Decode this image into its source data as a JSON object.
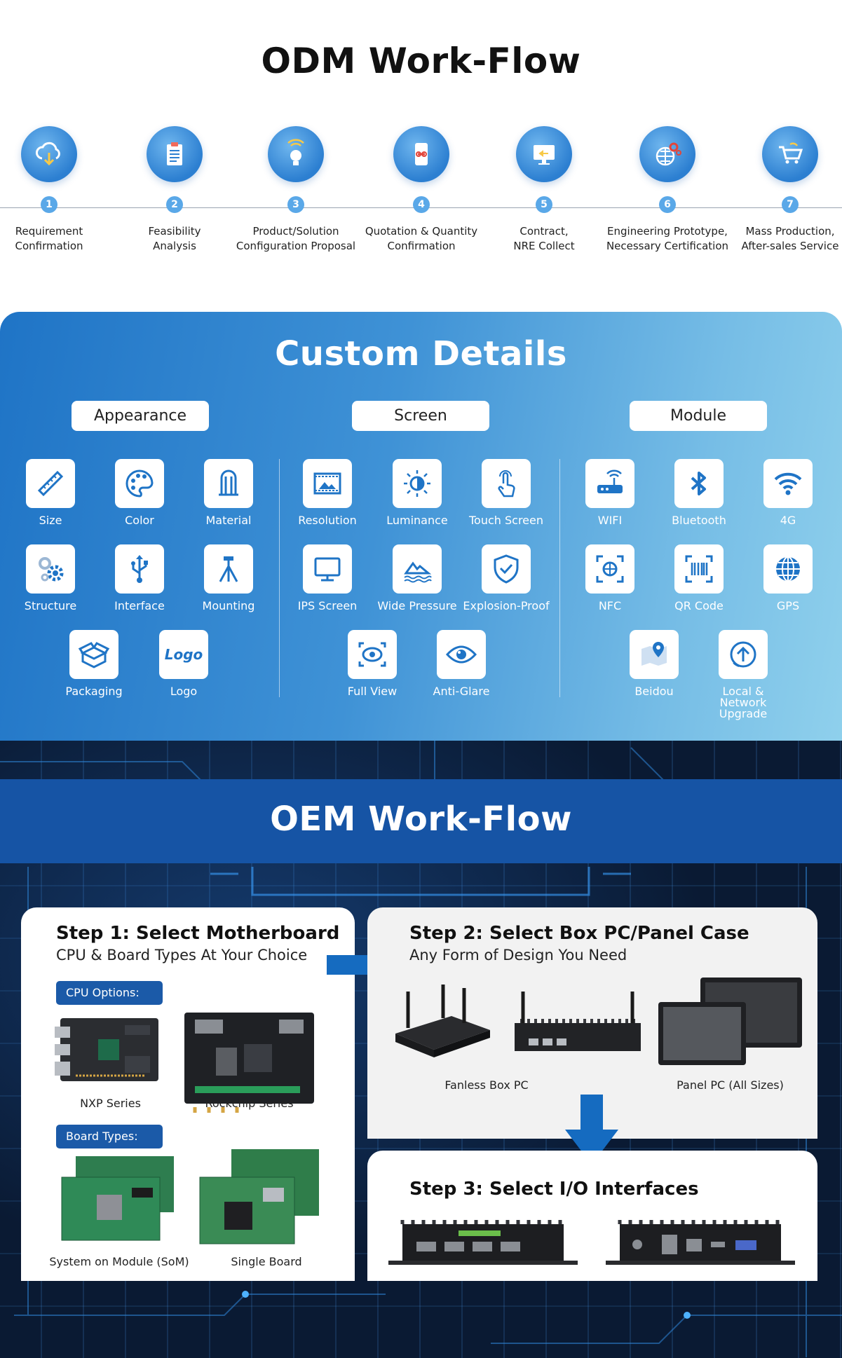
{
  "odm": {
    "title": "ODM Work-Flow",
    "steps": [
      {
        "num": "1",
        "line1": "Requirement",
        "line2": "Confirmation",
        "icon": "cloud-download-icon"
      },
      {
        "num": "2",
        "line1": "Feasibility",
        "line2": "Analysis",
        "icon": "clipboard-icon"
      },
      {
        "num": "3",
        "line1": "Product/Solution",
        "line2": "Configuration Proposal",
        "icon": "lightbulb-icon"
      },
      {
        "num": "4",
        "line1": "Quotation & Quantity",
        "line2": "Confirmation",
        "icon": "phone-link-icon"
      },
      {
        "num": "5",
        "line1": "Contract,",
        "line2": "NRE Collect",
        "icon": "monitor-icon"
      },
      {
        "num": "6",
        "line1": "Engineering Prototype,",
        "line2": "Necessary Certification",
        "icon": "globe-gear-icon"
      },
      {
        "num": "7",
        "line1": "Mass Production,",
        "line2": "After-sales Service",
        "icon": "shopping-cart-icon"
      }
    ]
  },
  "custom": {
    "title": "Custom Details",
    "categories": [
      "Appearance",
      "Screen",
      "Module"
    ],
    "appearance": [
      {
        "label": "Size",
        "icon": "ruler-pencil-icon"
      },
      {
        "label": "Color",
        "icon": "palette-icon"
      },
      {
        "label": "Material",
        "icon": "material-icon"
      },
      {
        "label": "Structure",
        "icon": "gears-icon"
      },
      {
        "label": "Interface",
        "icon": "usb-icon"
      },
      {
        "label": "Mounting",
        "icon": "tripod-icon"
      },
      {
        "label": "Packaging",
        "icon": "box-icon"
      },
      {
        "label": "Logo",
        "icon": "logo-icon",
        "text": "Logo"
      }
    ],
    "screen": [
      {
        "label": "Resolution",
        "icon": "picture-icon"
      },
      {
        "label": "Luminance",
        "icon": "brightness-icon"
      },
      {
        "label": "Touch Screen",
        "icon": "touch-icon"
      },
      {
        "label": "IPS Screen",
        "icon": "monitor-icon"
      },
      {
        "label": "Wide Pressure",
        "icon": "wave-icon"
      },
      {
        "label": "Explosion-Proof",
        "icon": "shield-check-icon"
      },
      {
        "label": "Full View",
        "icon": "eye-frame-icon"
      },
      {
        "label": "Anti-Glare",
        "icon": "eye-icon"
      }
    ],
    "module": [
      {
        "label": "WIFI",
        "icon": "router-icon"
      },
      {
        "label": "Bluetooth",
        "icon": "bluetooth-icon"
      },
      {
        "label": "4G",
        "icon": "wifi-signal-icon"
      },
      {
        "label": "NFC",
        "icon": "nfc-icon"
      },
      {
        "label": "QR Code",
        "icon": "barcode-icon"
      },
      {
        "label": "GPS",
        "icon": "globe-icon"
      },
      {
        "label": "Beidou",
        "icon": "map-pin-icon"
      },
      {
        "label": "Local & Network",
        "label2": "Upgrade",
        "icon": "upgrade-icon"
      }
    ]
  },
  "oem": {
    "title": "OEM Work-Flow",
    "step1": {
      "title": "Step 1: Select Motherboard",
      "subtitle": "CPU & Board Types At Your Choice",
      "cpu_tag": "CPU Options:",
      "cpu": [
        "NXP Series",
        "Rockchip Series"
      ],
      "board_tag": "Board Types:",
      "boards": [
        "System on Module (SoM)",
        "Single Board"
      ]
    },
    "step2": {
      "title": "Step 2: Select Box PC/Panel Case",
      "subtitle": "Any Form of Design You Need",
      "products": [
        "Fanless Box PC",
        "Panel PC (All Sizes)"
      ]
    },
    "step3": {
      "title": "Step 3: Select I/O Interfaces"
    }
  },
  "colors": {
    "accent": "#2c7fd1",
    "oem_band": "#1654a5",
    "tag": "#1b5aa8",
    "arrow": "#156bc0"
  }
}
